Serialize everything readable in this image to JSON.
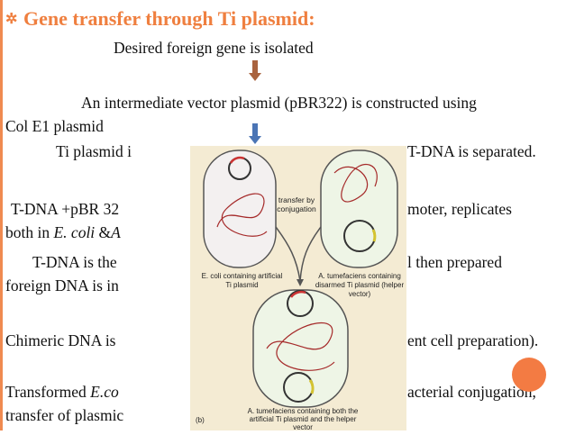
{
  "slide": {
    "title": "Gene transfer through Ti plasmid:",
    "lines": [
      "Desired foreign gene is isolated",
      "An intermediate vector plasmid (pBR322) is constructed using",
      "Col E1 plasmid",
      "Ti plasmid i",
      "T-DNA is separated.",
      "T-DNA +pBR 32",
      "moter, replicates",
      "both in E. coli &A",
      "T-DNA is the",
      "l then prepared",
      "foreign DNA is in",
      "Chimeric DNA is",
      "ent cell preparation).",
      "Transformed E.co",
      "acterial conjugation,",
      "transfer of plasmic"
    ]
  },
  "figure": {
    "labels": {
      "transfer": "transfer by conjugation",
      "ecoli": "E. coli containing artificial Ti plasmid",
      "atum_top": "A. tumefaciens containing disarmed Ti plasmid (helper vector)",
      "atum_bottom": "A. tumefaciens containing both the artificial Ti plasmid and the helper vector",
      "panel": "(b)"
    }
  },
  "colors": {
    "accent": "#ef7f3f",
    "arrow_brown": "#a9633f",
    "arrow_blue": "#4b75b5",
    "figure_bg": "#f4ebd3"
  }
}
